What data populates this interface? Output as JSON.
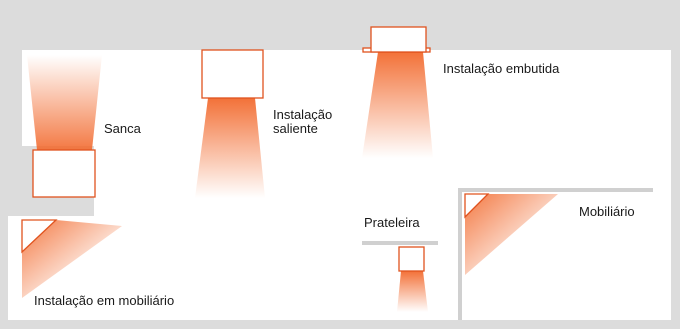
{
  "labels": {
    "sanca": "Sanca",
    "saliente_1": "Instalação",
    "saliente_2": "saliente",
    "embutida": "Instalação embutida",
    "prateleira": "Prateleira",
    "mobiliario": "Mobiliário",
    "em_mobiliario": "Instalação em mobiliário"
  },
  "colors": {
    "wall": "#dcdcdc",
    "room": "#ffffff",
    "fixture_outline": "#e0531e",
    "light": "#f26a2e"
  }
}
